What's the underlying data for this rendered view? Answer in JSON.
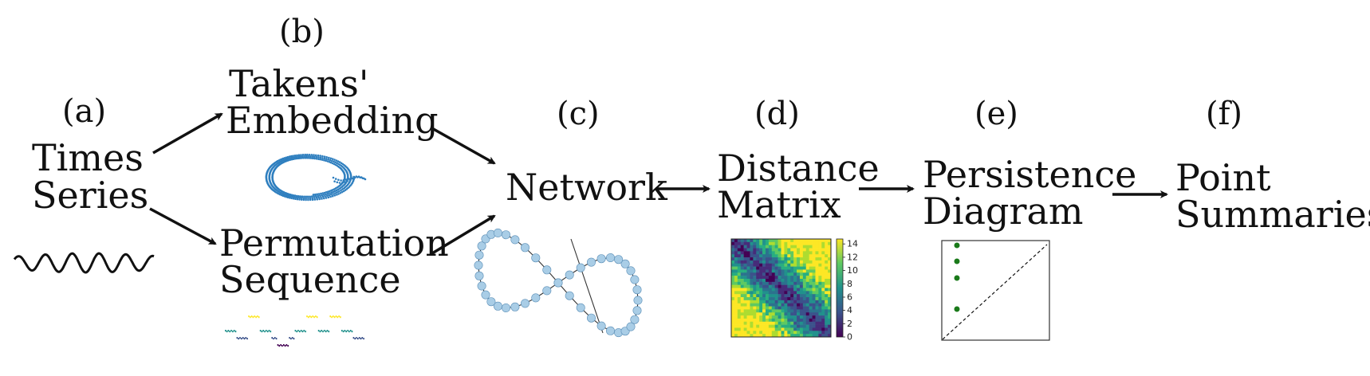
{
  "panels": {
    "a": {
      "tag": "(a)",
      "line1": "Times",
      "line2": "Series"
    },
    "b": {
      "tag": "(b)",
      "top": {
        "line1": "Takens'",
        "line2": "Embedding"
      },
      "bottom": {
        "line1": "Permutation",
        "line2": "Sequence"
      }
    },
    "c": {
      "tag": "(c)",
      "line1": "Network"
    },
    "d": {
      "tag": "(d)",
      "line1": "Distance",
      "line2": "Matrix",
      "colorbar_ticks": [
        "0",
        "2",
        "4",
        "6",
        "8",
        "10",
        "12",
        "14"
      ]
    },
    "e": {
      "tag": "(e)",
      "line1": "Persistence",
      "line2": "Diagram"
    },
    "f": {
      "tag": "(f)",
      "line1": "Point",
      "line2": "Summaries"
    }
  },
  "colors": {
    "text": "#111111",
    "takens": "#2f7fbf",
    "network_node": "#a9cde6",
    "network_node_stroke": "#5d90b8",
    "persistence_point": "#1a7a1a"
  }
}
